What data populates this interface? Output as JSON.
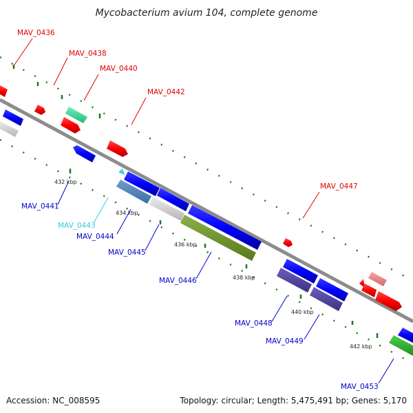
{
  "title": "Mycobacterium avium 104, complete genome",
  "footer": {
    "accession": "Accession: NC_008595",
    "topology": "Topology: circular; Length: 5,475,491 bp; Genes: 5,170"
  },
  "colors": {
    "backbone": "#8c8c8c",
    "forward_label": "#e00000",
    "reverse_label": "#0000cc",
    "cyan_label": "#33ccdd",
    "tick_green": "#1a7a1a"
  },
  "ticks": [
    {
      "label": "432 kbp"
    },
    {
      "label": "434 kbp"
    },
    {
      "label": "436 kbp"
    },
    {
      "label": "438 kbp"
    },
    {
      "label": "440 kbp"
    },
    {
      "label": "442 kbp"
    }
  ],
  "gene_labels": [
    {
      "id": "MAV_0436",
      "strand": "forward"
    },
    {
      "id": "MAV_0438",
      "strand": "forward"
    },
    {
      "id": "MAV_0440",
      "strand": "forward"
    },
    {
      "id": "MAV_0442",
      "strand": "forward"
    },
    {
      "id": "MAV_0447",
      "strand": "forward"
    },
    {
      "id": "MAV_0441",
      "strand": "reverse"
    },
    {
      "id": "MAV_0443",
      "strand": "reverse-cyan"
    },
    {
      "id": "MAV_0444",
      "strand": "reverse"
    },
    {
      "id": "MAV_0445",
      "strand": "reverse"
    },
    {
      "id": "MAV_0446",
      "strand": "reverse"
    },
    {
      "id": "MAV_0448",
      "strand": "reverse"
    },
    {
      "id": "MAV_0449",
      "strand": "reverse"
    },
    {
      "id": "MAV_0453",
      "strand": "reverse"
    }
  ]
}
